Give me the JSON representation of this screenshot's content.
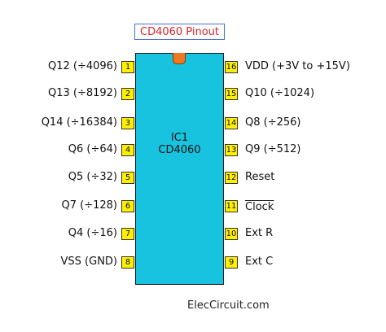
{
  "title": "CD4060 Pinout",
  "chip": {
    "line1": "IC1",
    "line2": "CD4060"
  },
  "left_pins": [
    {
      "num": "1",
      "label": "Q12 (÷4096)"
    },
    {
      "num": "2",
      "label": "Q13 (÷8192)"
    },
    {
      "num": "3",
      "label": "Q14 (÷16384)"
    },
    {
      "num": "4",
      "label": "Q6 (÷64)"
    },
    {
      "num": "5",
      "label": "Q5 (÷32)"
    },
    {
      "num": "6",
      "label": "Q7 (÷128)"
    },
    {
      "num": "7",
      "label": "Q4 (÷16)"
    },
    {
      "num": "8",
      "label": "VSS (GND)"
    }
  ],
  "right_pins": [
    {
      "num": "16",
      "label": "VDD (+3V to +15V)"
    },
    {
      "num": "15",
      "label": "Q10 (÷1024)"
    },
    {
      "num": "14",
      "label": "Q8 (÷256)"
    },
    {
      "num": "13",
      "label": "Q9 (÷512)"
    },
    {
      "num": "12",
      "label": "Reset"
    },
    {
      "num": "11",
      "label": "Clock"
    },
    {
      "num": "10",
      "label": "Ext R"
    },
    {
      "num": "9",
      "label": "Ext C"
    }
  ],
  "footer": "ElecCircuit.com",
  "colors": {
    "chip_body": "#17c3df",
    "pin_box": "#fff000",
    "notch": "#f07820",
    "title_text": "#d8242c",
    "title_border": "#4a6fd0"
  }
}
